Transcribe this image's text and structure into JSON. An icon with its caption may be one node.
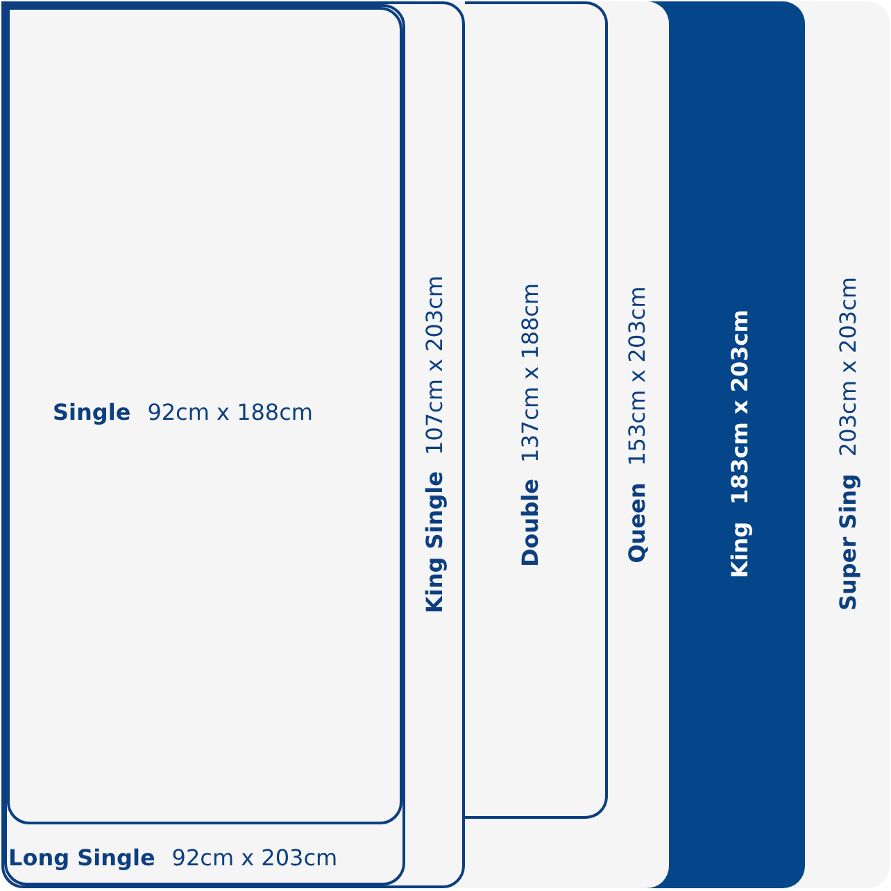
{
  "diagram": {
    "nodes": [
      {
        "text": [
          "Single",
          "92cm x 188cm"
        ],
        "in": 1
      },
      {
        "text": [
          "Long Single",
          "92cm x 203cm"
        ],
        "in": 2
      },
      {
        "text": [
          "King Single",
          "107cm x 203cm"
        ],
        "in": 4
      },
      {
        "text": [
          "Double",
          "137cm x 188cm"
        ],
        "in": 4
      },
      {
        "text": [
          "Queen",
          "153cm x 203cm"
        ],
        "in": 5
      },
      {
        "text": [
          "King",
          "183cm x 203cm"
        ],
        "in": 6
      },
      {
        "text": [
          "Super Sing",
          "203cm x 203cm"
        ]
      }
    ],
    "edges": []
  }
}
